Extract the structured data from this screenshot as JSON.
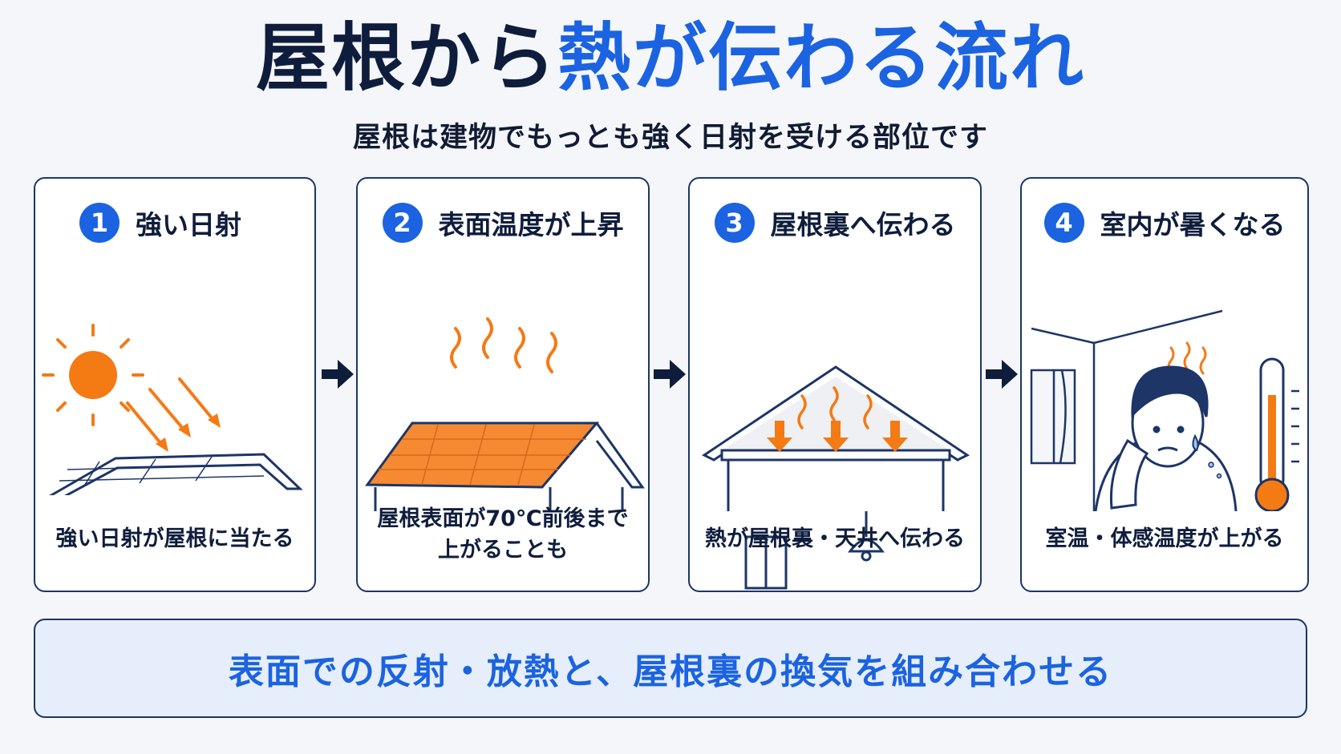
{
  "title": {
    "part1": "屋根から",
    "part2": "熱が伝わる流れ"
  },
  "subtitle": "屋根は建物でもっとも強く日射を受ける部位です",
  "steps": [
    {
      "number": "1",
      "title": "強い日射",
      "caption": "強い日射が屋根に当たる"
    },
    {
      "number": "2",
      "title": "表面温度が上昇",
      "caption_line1": "屋根表面が70℃前後まで",
      "caption_line2": "上がることも"
    },
    {
      "number": "3",
      "title": "屋根裏へ伝わる",
      "caption": "熱が屋根裏・天井へ伝わる"
    },
    {
      "number": "4",
      "title": "室内が暑くなる",
      "caption": "室温・体感温度が上がる"
    }
  ],
  "banner": "表面での反射・放熱と、屋根裏の換気を組み合わせる",
  "colors": {
    "accent_blue": "#1b63e0",
    "navy": "#0f1d3c",
    "heat_orange": "#f47a14"
  },
  "icons": [
    "sun-icon",
    "heat-wave-icon",
    "down-arrow-icon",
    "thermometer-icon",
    "next-arrow-icon"
  ]
}
